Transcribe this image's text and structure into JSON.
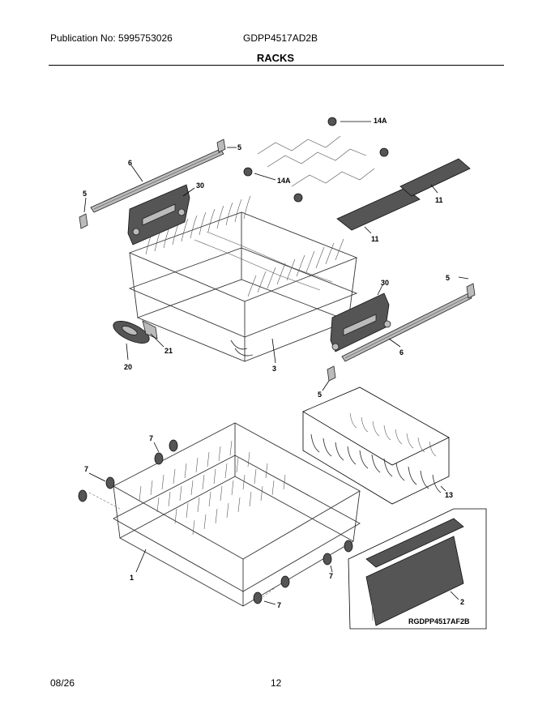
{
  "header": {
    "publication": "Publication No: 5995753026",
    "model": "GDPP4517AD2B",
    "title": "RACKS"
  },
  "footer": {
    "date": "08/26",
    "page": "12"
  },
  "diagram": {
    "code": "RGDPP4517AF2B",
    "callouts": {
      "upper_rack": "3",
      "lower_rack": "1",
      "basket": "2",
      "rail_left": "6",
      "rail_right": "6",
      "stop_left_top": "5",
      "stop_left_bottom": "5",
      "stop_right_top": "5",
      "stop_right_bottom": "5",
      "adjuster_left": "30",
      "adjuster_right": "30",
      "nozzle": "20",
      "nozzle_clip": "21",
      "cup_shelf_a": "11",
      "cup_shelf_b": "11",
      "tine_clip_a": "14A",
      "tine_clip_b": "14A",
      "tine_row": "13",
      "wheel_a": "7",
      "wheel_b": "7",
      "wheel_c": "7",
      "wheel_d": "7"
    }
  }
}
